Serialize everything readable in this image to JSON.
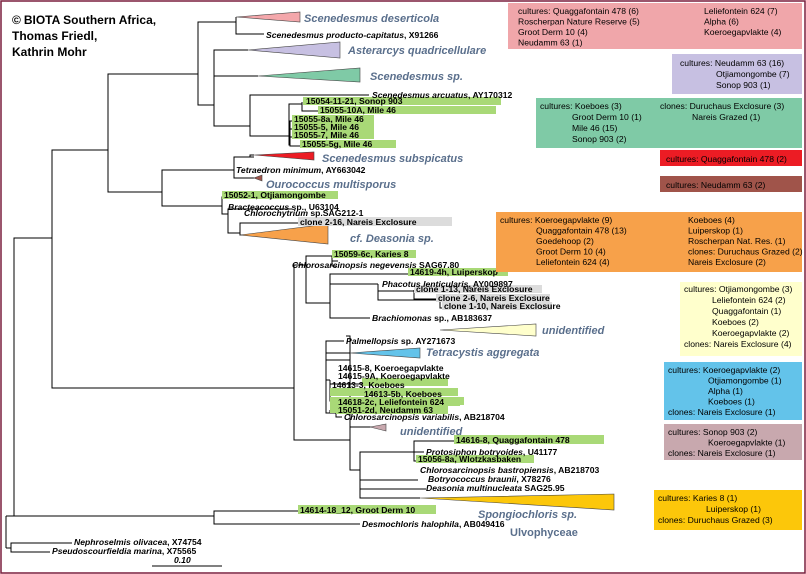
{
  "credit": {
    "symbol": "©",
    "line1": "BIOTA Southern Africa,",
    "line2": "Thomas Friedl,",
    "line3": "Kathrin Mohr"
  },
  "scale_bar": {
    "label": "0.10"
  },
  "clades": {
    "scenedesmus_deserticola": "Scenedesmus deserticola",
    "asterarcys": "Asterarcys quadricellulare",
    "scenedesmus_sp": "Scenedesmus sp.",
    "scenedesmus_subspicatus": "Scenedesmus subspicatus",
    "ourococcus": "Ourococcus multisporus",
    "deasonia": "cf. Deasonia sp.",
    "unidentified_1": "unidentified",
    "tetracystis": "Tetracystis aggregata",
    "unidentified_2": "unidentified",
    "spongiochloris": "Spongiochloris sp.",
    "ulvophyceae": "Ulvophyceae"
  },
  "leaves": {
    "scen_producto": {
      "name": "Scenedesmus producto-capitatus",
      "acc": ", X91266"
    },
    "scen_arcuatus": {
      "name": "Scenedesmus arcuatus",
      "acc": ", AY170312"
    },
    "s15054": "15054-11-21, Sonop 903",
    "s15055_10a": "15055-10A,  Mile 46",
    "s15055_8a": "15055-8a, Mile 46",
    "s15055_5": "15055-5, Mile 46",
    "s15055_7": "15055-7, Mile 46",
    "s15055_5g": "15055-5g, Mile 46",
    "tetraedron": {
      "name": "Tetraedron minimum",
      "acc": ", AY663042"
    },
    "s15052": "15052-1, Otjiamongombe",
    "bracteacoccus": {
      "name": "Bracteacoccus",
      "acc": " sp., U63104"
    },
    "chlorochytrium": {
      "name": "Chlorochytrium",
      "acc": " sp.SAG212-1"
    },
    "clone_2_16": "clone 2-16, Nareis Exclosure",
    "s15059": "15059-6c, Karies 8",
    "chlorosarc_neg": {
      "name": "Chlorosarcinopsis negevensis",
      "acc": " SAG67.80"
    },
    "s14619": "14619-4h, Luiperskop",
    "phacotus": {
      "name": "Phacotus lenticularis",
      "acc": ", AY009897"
    },
    "clone_1_13": "clone 1-13,  Nareis Exclosure",
    "clone_2_6": "clone 2-6,  Nareis Exclosure",
    "clone_1_10": "clone 1-10, Nareis Exclosure",
    "brachiomonas": {
      "name": "Brachiomonas",
      "acc": " sp., AB183637"
    },
    "palmellopsis": {
      "name": "Palmellopsis",
      "acc": " sp.   AY271673"
    },
    "s14615_8": "14615-8,  Koeroegapvlakte",
    "s14615_9a": "14615-9A,  Koeroegapvlakte",
    "s14613_3": "14613-3,  Koeboes",
    "s14613_5b": "14613-5b,  Koeboes",
    "s14618": "14618-2c, Leliefontein 624",
    "s15051": "15051-2d, Neudamm 63",
    "chlorosarc_var": {
      "name": "Chlorosarcinopsis variabilis",
      "acc": ", AB218704"
    },
    "s14616": "14616-8, Quaggafontain 478",
    "protosiphon": {
      "name": "Protosiphon botryoides",
      "acc": ", U41177"
    },
    "s15056": "15056-8a, Wlotzkasbaken",
    "chlorosarc_bas": {
      "name": "Chlorosarcinopsis bastropiensis",
      "acc": ", AB218703"
    },
    "botryococcus": {
      "name": "Botryococcus braunii",
      "acc": ", X78276"
    },
    "deasonia_mult": {
      "name": "Deasonia multinucleata",
      "acc": " SAG25.95"
    },
    "s14614": "14614-18_12, Groot Derm 10",
    "desmochloris": {
      "name": "Desmochloris halophila",
      "acc": ", AB049416"
    },
    "nephroselmis": {
      "name": "Nephroselmis olivacea",
      "acc": ", X74754"
    },
    "pseudoscourfieldia": {
      "name": "Pseudoscourfieldia marina",
      "acc": ", X75565"
    }
  },
  "boxes": {
    "deserticola": {
      "color": "#f0a6aa",
      "lines": [
        [
          "cultures: Quaggafontain 478 (6)",
          "Leliefontein 624 (7)"
        ],
        [
          "Roscherpan Nature Reserve (5)",
          "Alpha (6)"
        ],
        [
          "Groot Derm 10 (4)",
          "Koeroegapvlakte (4)"
        ],
        [
          "Neudamm 63 (1)",
          ""
        ]
      ]
    },
    "asterarcys": {
      "color": "#c7c0e2",
      "lines": [
        "cultures: Neudamm 63 (16)",
        "Otjiamongombe (7)",
        "Sonop 903 (1)"
      ]
    },
    "scenedesmus_sp": {
      "color": "#7fcaa6",
      "lines": [
        [
          "cultures: Koeboes (3)",
          "clones: Duruchaus Exclosure (3)"
        ],
        [
          "Groot Derm 10 (1)",
          "Nareis Grazed (1)"
        ],
        [
          "Mile 46 (15)",
          ""
        ],
        [
          "Sonop 903 (2)",
          ""
        ]
      ]
    },
    "subspicatus": {
      "color": "#ec1c24",
      "text": "cultures: Quaggafontain 478 (2)"
    },
    "ourococcus": {
      "color": "#a0544a",
      "text": "cultures: Neudamm 63 (2)"
    },
    "deasonia": {
      "color": "#f7a14a",
      "lines": [
        [
          "cultures: Koeroegapvlakte (9)",
          "Koeboes (4)"
        ],
        [
          "Quaggafontain 478 (13)",
          "Luiperskop (1)"
        ],
        [
          "Goedehoop (2)",
          "Roscherpan Nat. Res. (1)"
        ],
        [
          "Groot Derm 10 (4)",
          "clones: Duruchaus Grazed (2)"
        ],
        [
          "Leliefontein 624 (4)",
          "Nareis Exclosure (2)"
        ]
      ]
    },
    "unidentified_1": {
      "color": "#ffffcc",
      "lines": [
        "cultures: Otjiamongombe (3)",
        "Leliefontein 624 (2)",
        "Quaggafontain (1)",
        "Koeboes (2)",
        "Koeroegapvlakte (2)",
        "clones:    Nareis Exclosure (4)"
      ]
    },
    "tetracystis": {
      "color": "#63c3ea",
      "lines": [
        "cultures: Koeroegapvlakte (2)",
        "Otjiamongombe (1)",
        "Alpha (1)",
        "Koeboes (1)",
        "clones:     Nareis Exclosure (1)"
      ]
    },
    "unidentified_2": {
      "color": "#c8a8ae",
      "lines": [
        "cultures: Sonop 903 (2)",
        "Koeroegapvlakte (1)",
        "clones: Nareis Exclosure (1)"
      ]
    },
    "spongiochloris": {
      "color": "#fcc70a",
      "lines": [
        "cultures: Karies 8 (1)",
        "Luiperskop (1)",
        "clones:   Duruchaus Grazed (3)"
      ]
    }
  }
}
